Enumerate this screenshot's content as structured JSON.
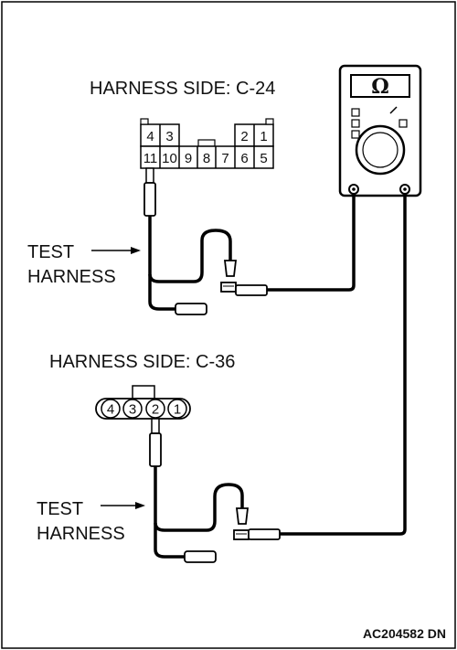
{
  "c24": {
    "title": "HARNESS SIDE: C-24",
    "top_pins": [
      "4",
      "3",
      "2",
      "1"
    ],
    "bottom_pins": [
      "11",
      "10",
      "9",
      "8",
      "7",
      "6",
      "5"
    ]
  },
  "c36": {
    "title": "HARNESS SIDE: C-36",
    "pins": [
      "4",
      "3",
      "2",
      "1"
    ]
  },
  "test_harness_upper": {
    "line1": "TEST",
    "line2": "HARNESS"
  },
  "test_harness_lower": {
    "line1": "TEST",
    "line2": "HARNESS"
  },
  "meter": {
    "symbol": "Ω"
  },
  "figure_code": "AC204582 DN"
}
